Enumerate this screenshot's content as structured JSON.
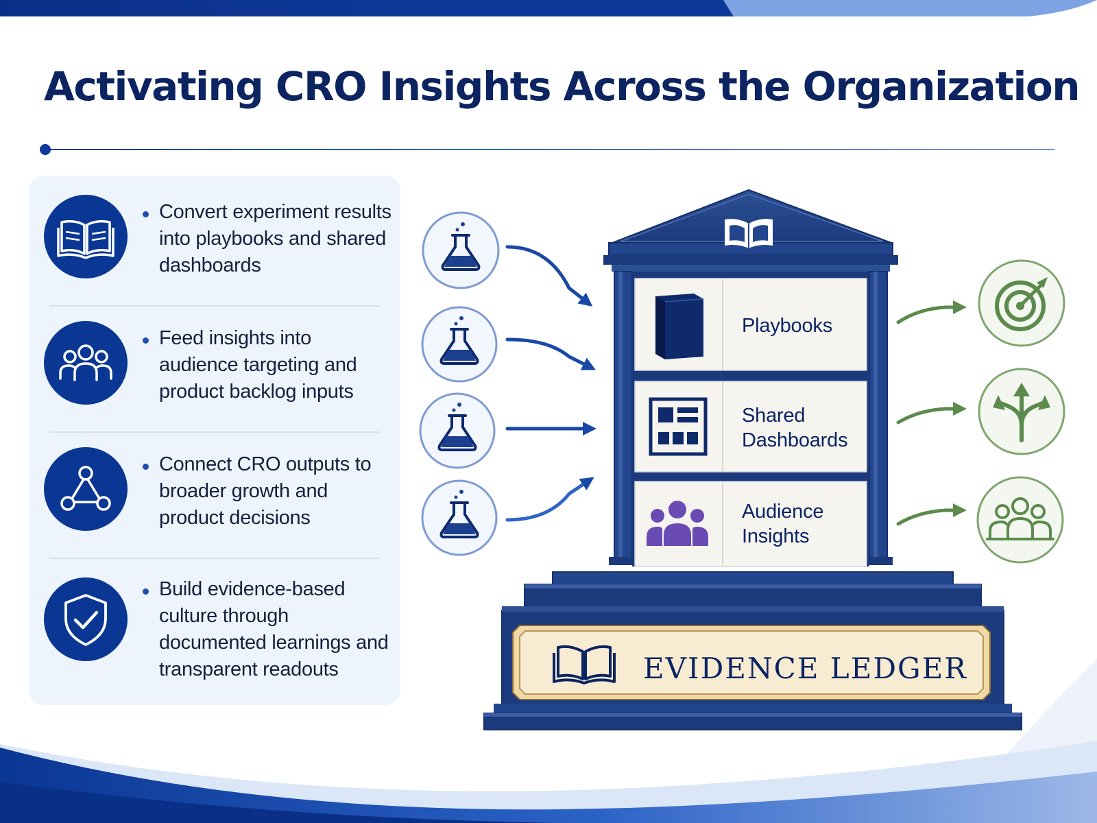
{
  "title": "Activating CRO Insights Across the Organization",
  "panel": {
    "items": [
      {
        "icon": "open-book-icon",
        "text": "Convert experiment results into playbooks and shared dashboards"
      },
      {
        "icon": "people-group-icon",
        "text": "Feed insights into audience targeting and product backlog inputs"
      },
      {
        "icon": "network-triangle-icon",
        "text": "Connect CRO outputs to broader growth and product decisions"
      },
      {
        "icon": "shield-check-icon",
        "text": "Build evidence-based culture through documented learnings and transparent readouts"
      }
    ]
  },
  "diagram": {
    "inputs": [
      "flask-icon",
      "flask-icon",
      "flask-icon",
      "flask-icon"
    ],
    "shelves": [
      {
        "icon": "book-icon",
        "label": "Playbooks"
      },
      {
        "icon": "dashboard-icon",
        "label": "Shared Dashboards"
      },
      {
        "icon": "audience-icon",
        "label": "Audience Insights"
      }
    ],
    "pediment_icon": "open-book-icon",
    "ledger": {
      "icon": "open-book-icon",
      "label": "EVIDENCE LEDGER"
    },
    "outputs": [
      "target-icon",
      "split-arrows-icon",
      "people-group-icon"
    ]
  },
  "colors": {
    "navy": "#0c2461",
    "blue": "#0b3794",
    "green": "#5b8a4c",
    "purple": "#6a4bb3",
    "cream": "#f5ecd6"
  }
}
